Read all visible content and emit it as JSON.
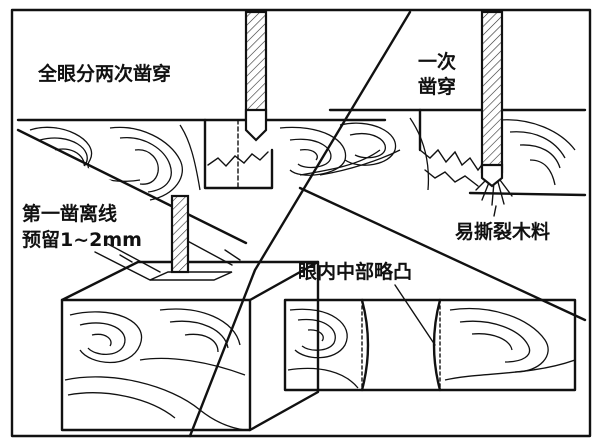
{
  "panels": {
    "top_left": {
      "label": "全眼分两次凿穿"
    },
    "top_right": {
      "label_line1": "一次",
      "label_line2": "凿穿",
      "note": "易撕裂木料"
    },
    "left": {
      "label_line1": "第一凿离线",
      "label_line2": "预留1~2mm"
    },
    "bottom_right": {
      "label": "眼内中部略凸"
    }
  },
  "colors": {
    "ink": "#111111",
    "paper": "#ffffff"
  }
}
